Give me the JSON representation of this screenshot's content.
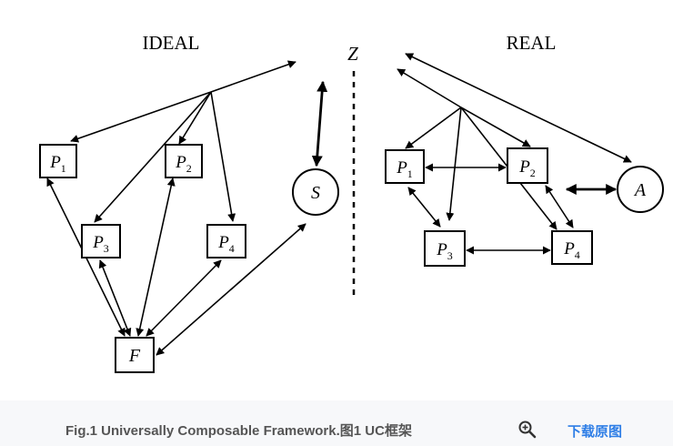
{
  "labels": {
    "ideal": "IDEAL",
    "real": "REAL",
    "z": "Z",
    "ideal_p1": "P",
    "ideal_p1_sub": "1",
    "ideal_p2": "P",
    "ideal_p2_sub": "2",
    "ideal_p3": "P",
    "ideal_p3_sub": "3",
    "ideal_p4": "P",
    "ideal_p4_sub": "4",
    "ideal_f": "F",
    "ideal_s": "S",
    "real_p1": "P",
    "real_p1_sub": "1",
    "real_p2": "P",
    "real_p2_sub": "2",
    "real_p3": "P",
    "real_p3_sub": "3",
    "real_p4": "P",
    "real_p4_sub": "4",
    "real_a": "A"
  },
  "caption": {
    "text": "Fig.1 Universally Composable Framework.图1 UC框架",
    "zoom_icon": "zoom-in-icon",
    "download_label": "下载原图",
    "download_color": "#2e7ee6"
  }
}
